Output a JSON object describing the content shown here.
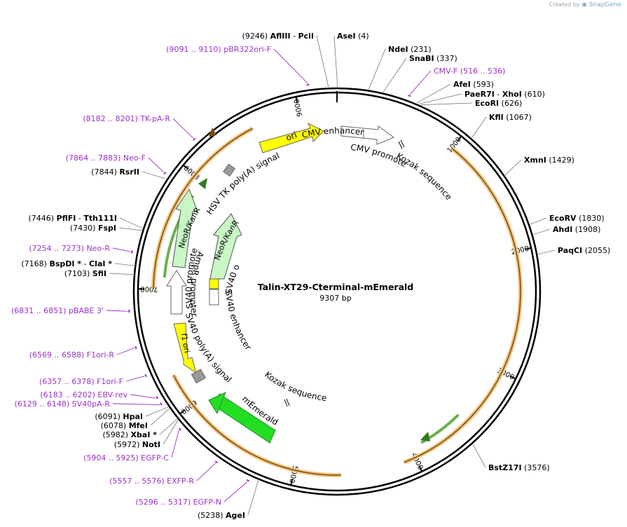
{
  "watermark": {
    "created_by": "Created by",
    "brand": "SnapGene"
  },
  "plasmid": {
    "name": "Talin-XT29-Cterminal-mEmerald",
    "length_label": "9307 bp",
    "length": 9307
  },
  "colors": {
    "primer": "#9b33c9",
    "orf_outline": "#e8a24a",
    "neo": "#c8f7c5",
    "emerald": "#22dd22",
    "ori": "#ffff00"
  },
  "ruler_ticks": [
    "1000",
    "2000",
    "3000",
    "4000",
    "5000",
    "6000",
    "7000",
    "8000",
    "9000"
  ],
  "sites": [
    {
      "name": "AseI",
      "pos": "(4)",
      "bp": 4
    },
    {
      "name": "NdeI",
      "pos": "(231)",
      "bp": 231
    },
    {
      "name": "SnaBI",
      "pos": "(337)",
      "bp": 337
    },
    {
      "name": "AfeI",
      "pos": "(593)",
      "bp": 593
    },
    {
      "name": "PaeR7I",
      "name2": "XhoI",
      "pos": "(610)",
      "bp": 610
    },
    {
      "name": "EcoRI",
      "pos": "(626)",
      "bp": 626
    },
    {
      "name": "KflI",
      "pos": "(1067)",
      "bp": 1067
    },
    {
      "name": "XmnI",
      "pos": "(1429)",
      "bp": 1429
    },
    {
      "name": "EcoRV",
      "pos": "(1830)",
      "bp": 1830
    },
    {
      "name": "AhdI",
      "pos": "(1908)",
      "bp": 1908
    },
    {
      "name": "PaqCI",
      "pos": "(2055)",
      "bp": 2055
    },
    {
      "name": "BstZ17I",
      "pos": "(3576)",
      "bp": 3576
    },
    {
      "name": "AgeI",
      "pos": "(5238)",
      "bp": 5238
    },
    {
      "name": "NotI",
      "pos": "(5972)",
      "bp": 5972
    },
    {
      "name": "XbaI *",
      "pos": "(5982)",
      "bp": 5982
    },
    {
      "name": "MfeI",
      "pos": "(6078)",
      "bp": 6078
    },
    {
      "name": "HpaI",
      "pos": "(6091)",
      "bp": 6091
    },
    {
      "name": "SfiI",
      "pos": "(7103)",
      "bp": 7103
    },
    {
      "name": "BspDI *",
      "name2": "ClaI *",
      "pos": "(7168)",
      "bp": 7168
    },
    {
      "name": "FspI",
      "pos": "(7430)",
      "bp": 7430
    },
    {
      "name": "PflFI",
      "name2": "Tth111I",
      "pos": "(7446)",
      "bp": 7446
    },
    {
      "name": "RsrII",
      "pos": "(7844)",
      "bp": 7844
    },
    {
      "name": "AflIII",
      "name2": "PciI",
      "pos": "(9246)",
      "bp": 9246
    }
  ],
  "primers": [
    {
      "name": "CMV-F",
      "pos": "(516 .. 536)",
      "bp": 526
    },
    {
      "name": "EGFP-N",
      "pos": "(5296 .. 5317)",
      "bp": 5306
    },
    {
      "name": "EXFP-R",
      "pos": "(5557 .. 5576)",
      "bp": 5566
    },
    {
      "name": "EGFP-C",
      "pos": "(5904 .. 5925)",
      "bp": 5914
    },
    {
      "name": "SV40pA-R",
      "pos": "(6129 .. 6148)",
      "bp": 6138
    },
    {
      "name": "EBV-rev",
      "pos": "(6183 .. 6202)",
      "bp": 6192
    },
    {
      "name": "F1ori-F",
      "pos": "(6357 .. 6378)",
      "bp": 6367
    },
    {
      "name": "F1ori-R",
      "pos": "(6569 .. 6588)",
      "bp": 6578
    },
    {
      "name": "pBABE 3'",
      "pos": "(6831 .. 6851)",
      "bp": 6841
    },
    {
      "name": "Neo-R",
      "pos": "(7254 .. 7273)",
      "bp": 7263
    },
    {
      "name": "Neo-F",
      "pos": "(7864 .. 7883)",
      "bp": 7873
    },
    {
      "name": "TK-pA-R",
      "pos": "(8182 .. 8201)",
      "bp": 8191
    },
    {
      "name": "pBR322ori-F",
      "pos": "(9091 .. 9110)",
      "bp": 9100
    }
  ],
  "features": {
    "cmv_enhancer": "CMV enhancer",
    "cmv_promoter": "CMV promoter",
    "kozak_top": "Kozak sequence",
    "kozak_bottom": "Kozak sequence",
    "ori": "ori",
    "hsv_tk": "HSV TK poly(A) signal",
    "neo_outer": "NeoR/KanR",
    "neo_inner": "NeoR/KanR",
    "sv40_promoter": "SV40 promoter",
    "sv40_ori": "SV40 ori",
    "ampr_promoter": "AmpR promoter",
    "sv40_enhancer": "SV40 enhancer",
    "f1_ori": "f1 ori",
    "sv40_polya": "SV40 poly(A) signal",
    "memerald": "mEmerald"
  }
}
